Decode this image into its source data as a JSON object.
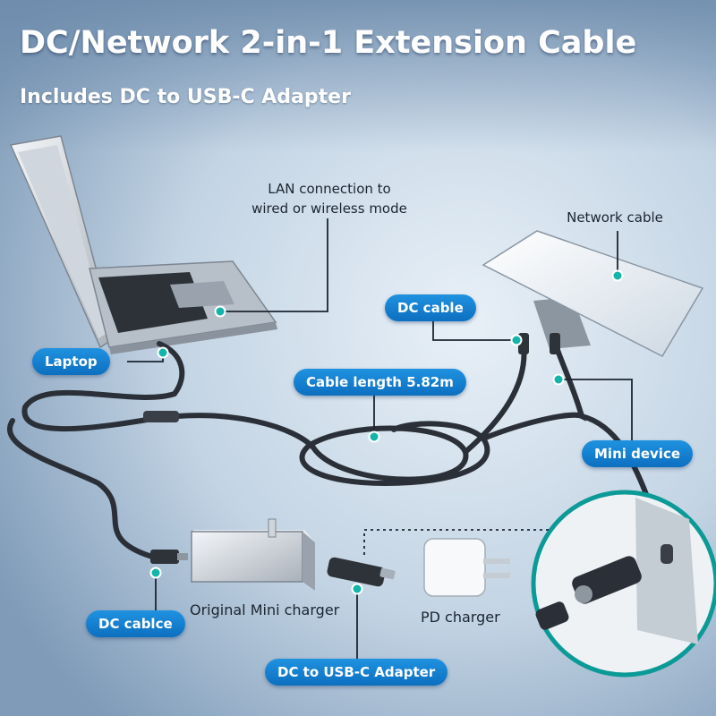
{
  "header": {
    "title": "DC/Network 2-in-1 Extension Cable",
    "subtitle": "Includes DC to USB-C Adapter"
  },
  "callouts": {
    "lan": [
      "LAN connection to",
      "wired or wireless mode"
    ],
    "network_cable": "Network cable",
    "dc_cable_top": "DC cable",
    "laptop": "Laptop",
    "cable_length": "Cable length 5.82m",
    "mini_device": "Mini device",
    "dc_cable_bottom": "DC cablce",
    "adapter": "DC to USB-C Adapter"
  },
  "captions": {
    "original_charger": "Original Mini charger",
    "pd_charger": "PD charger"
  },
  "colors": {
    "pill": "#1482d2",
    "accent_dot": "#13b5a8",
    "cable": "#2b3038",
    "background": "#c9d8e6"
  }
}
